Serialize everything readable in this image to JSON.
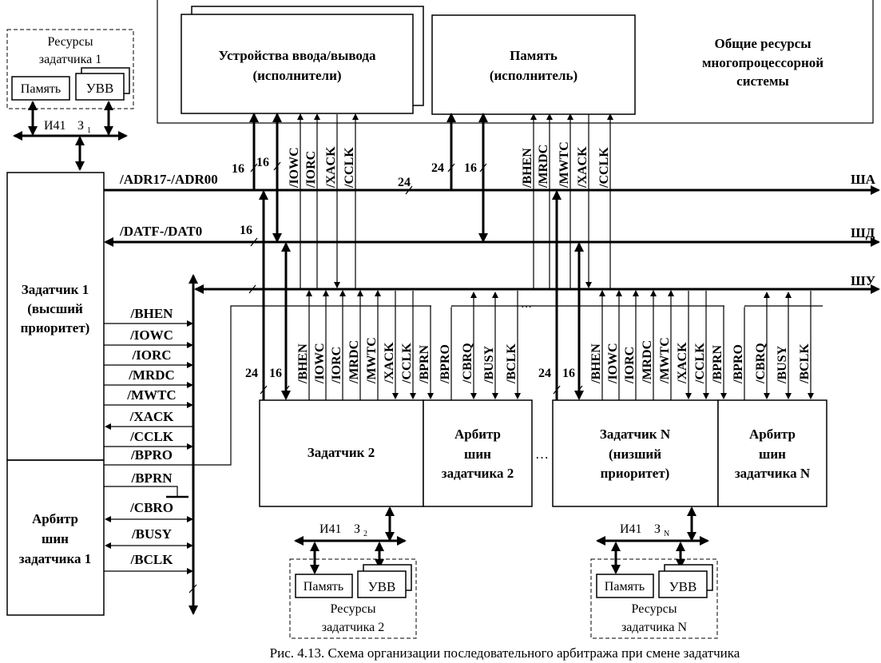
{
  "shared_resources": {
    "title_lines": [
      "Общие ресурсы",
      "многопроцессорной",
      "системы"
    ],
    "io_devices": [
      "Устройства ввода/вывода",
      "(исполнители)"
    ],
    "memory": [
      "Память",
      "(исполнитель)"
    ]
  },
  "master1_resources": {
    "title_lines": [
      "Ресурсы",
      "задатчика 1"
    ],
    "memory": "Память",
    "io": "УВВ",
    "bus_label": "И41",
    "bus_z": "З",
    "bus_z_sub": "1"
  },
  "master2_resources": {
    "title_lines": [
      "Ресурсы",
      "задатчика 2"
    ],
    "memory": "Память",
    "io": "УВВ",
    "bus_label": "И41",
    "bus_z": "З",
    "bus_z_sub": "2"
  },
  "masterN_resources": {
    "title_lines": [
      "Ресурсы",
      "задатчика N"
    ],
    "memory": "Память",
    "io": "УВВ",
    "bus_label": "И41",
    "bus_z": "З",
    "bus_z_sub": "N"
  },
  "buses": {
    "address": {
      "label": "ША",
      "signal": "/ADR17-/ADR00",
      "width": "24"
    },
    "data": {
      "label": "ШД",
      "signal": "/DATF-/DAT0",
      "width": "16"
    },
    "control": {
      "label": "ШУ"
    }
  },
  "master1": {
    "title_lines": [
      "Задатчик 1",
      "(высший",
      "приоритет)"
    ],
    "arbiter_lines": [
      "Арбитр",
      "шин",
      "задатчика 1"
    ],
    "signals": [
      "/BHEN",
      "/IOWC",
      "/IORC",
      "/MRDC",
      "/MWTC",
      "/XACK",
      "/CCLK",
      "/BPRO",
      "/BPRN",
      "/CBRO",
      "/BUSY",
      "/BCLK"
    ]
  },
  "master2": {
    "title": "Задатчик 2",
    "arbiter_lines": [
      "Арбитр",
      "шин",
      "задатчика 2"
    ]
  },
  "masterN": {
    "title_lines": [
      "Задатчик N",
      "(низший",
      "приоритет)"
    ],
    "arbiter_lines": [
      "Арбитр",
      "шин",
      "задатчика N"
    ]
  },
  "io_signals": [
    "/IOWC",
    "/IORC",
    "/XACK",
    "/CCLK"
  ],
  "mem_signals": [
    "/BHEN",
    "/MRDC",
    "/MWTC",
    "/XACK",
    "/CCLK"
  ],
  "master_signals": [
    "/BHEN",
    "/IOWC",
    "/IORC",
    "/MRDC",
    "/MWTC",
    "/XACK",
    "/CCLK",
    "/BPRN",
    "/BPRO",
    "/CBRQ",
    "/BUSY",
    "/BCLK"
  ],
  "widths": {
    "w16": "16",
    "w24": "24"
  },
  "ellipsis": "…",
  "caption": "Рис. 4.13. Схема организации последовательного арбитража при смене задатчика"
}
